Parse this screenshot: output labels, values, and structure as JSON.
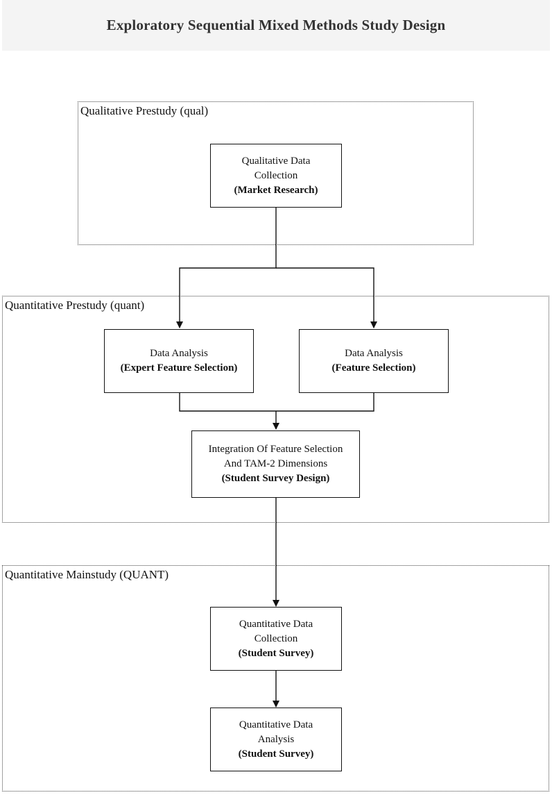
{
  "title": "Exploratory Sequential Mixed Methods Study Design",
  "phases": {
    "qual": {
      "label": "Qualitative Prestudy (qual)"
    },
    "quant": {
      "label": "Quantitative Prestudy (quant)"
    },
    "main": {
      "label": "Quantitative Mainstudy (QUANT)"
    }
  },
  "nodes": {
    "qual_collection": {
      "line1": "Qualitative Data",
      "line2": "Collection",
      "bold": "(Market Research)"
    },
    "expert_analysis": {
      "line1": "Data Analysis",
      "bold": "(Expert Feature Selection)"
    },
    "feature_analysis": {
      "line1": "Data Analysis",
      "bold": "(Feature Selection)"
    },
    "integration": {
      "line1": "Integration Of Feature Selection",
      "line2": "And TAM-2 Dimensions",
      "bold": "(Student Survey Design)"
    },
    "quant_collection": {
      "line1": "Quantitative Data",
      "line2": "Collection",
      "bold": "(Student Survey)"
    },
    "quant_analysis": {
      "line1": "Quantitative Data",
      "line2": "Analysis",
      "bold": "(Student Survey)"
    }
  },
  "colors": {
    "title_background": "#f4f4f4",
    "line": "#111111",
    "phase_border": "#444444"
  }
}
